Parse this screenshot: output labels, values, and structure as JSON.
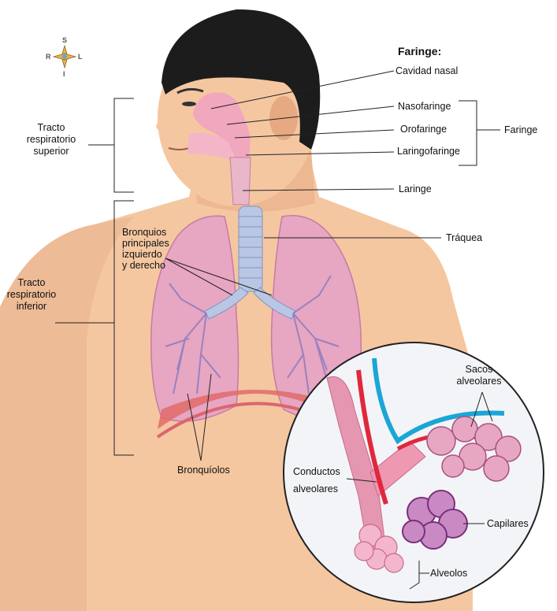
{
  "compass": {
    "north": "S",
    "west": "R",
    "east": "L",
    "south": "I"
  },
  "header": {
    "pharynx_title": "Faringe:"
  },
  "labels": {
    "nasal_cavity": "Cavidad nasal",
    "nasopharynx": "Nasofaringe",
    "oropharynx": "Orofaringe",
    "laryngopharynx": "Laringofaringe",
    "pharynx_bracket": "Faringe",
    "larynx": "Laringe",
    "trachea": "Tráquea",
    "upper_tract": [
      "Tracto",
      "respiratorio",
      "superior"
    ],
    "lower_tract": [
      "Tracto",
      "respiratorio",
      "inferior"
    ],
    "main_bronchi": [
      "Bronquios",
      "principales",
      "izquierdo",
      "y derecho"
    ],
    "bronchioles": "Bronquíolos",
    "alveolar_sacs": [
      "Sacos",
      "alveolares"
    ],
    "alveolar_ducts": [
      "Conductos",
      "alveolares"
    ],
    "capillaries": "Capilares",
    "alveoli": "Alveolos"
  },
  "colors": {
    "skin": "#f4c7a1",
    "skin_shade": "#e3a97f",
    "hair": "#1c1c1c",
    "lung": "#e7a6c2",
    "lung_dark": "#c77aa3",
    "airway": "#b9c7e4",
    "artery": "#e0283c",
    "vein": "#1aa6d6",
    "inset_bg": "#f3f4f7"
  }
}
